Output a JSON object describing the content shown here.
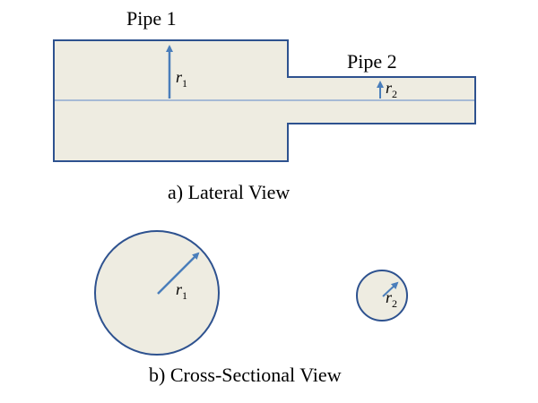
{
  "lateral_view": {
    "pipe1_label": "Pipe 1",
    "pipe2_label": "Pipe 2",
    "caption": "a) Lateral View"
  },
  "cross_section_view": {
    "caption": "b) Cross-Sectional View"
  },
  "radius_labels": {
    "r1_base": "r",
    "r1_sub": "1",
    "r2_base": "r",
    "r2_sub": "2"
  },
  "colors": {
    "fill": "#EEECE1",
    "outline": "#2E528F",
    "arrow": "#4A7EBB",
    "centerline": "#8EA9D1"
  }
}
